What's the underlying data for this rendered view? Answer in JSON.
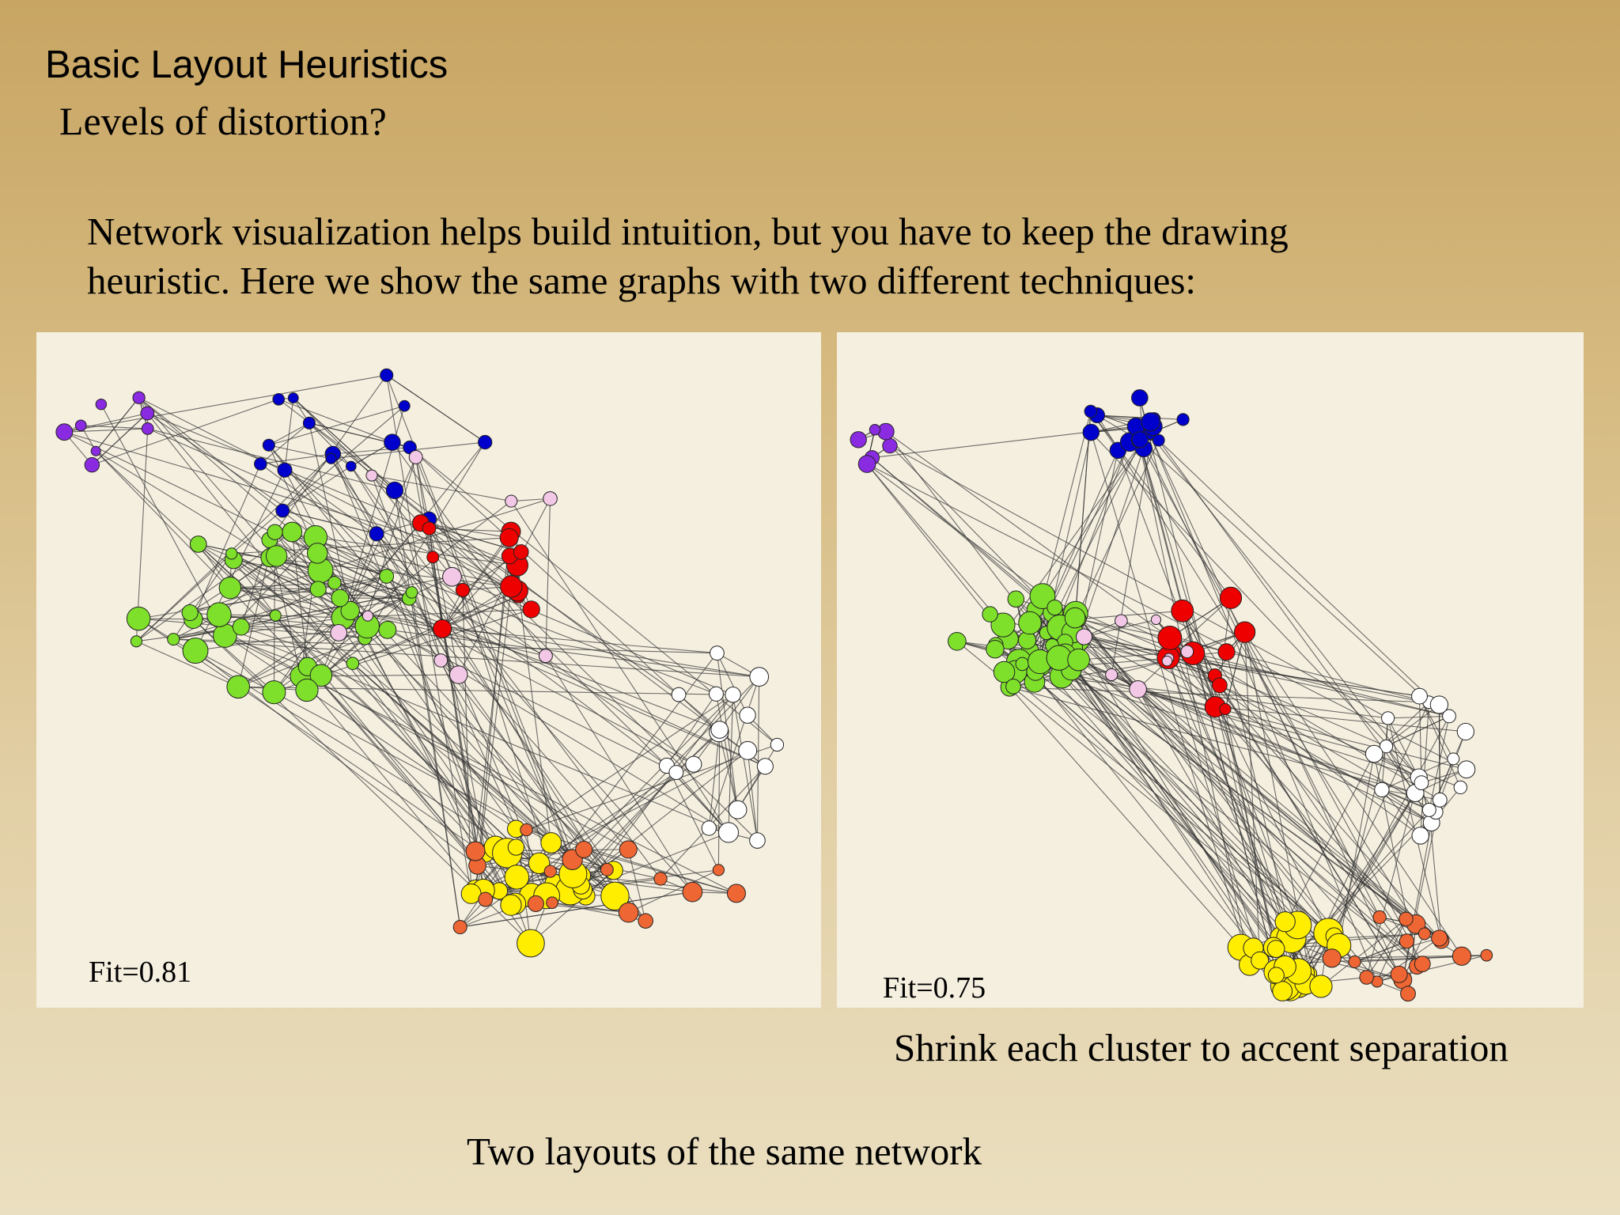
{
  "slide": {
    "title": "Basic Layout Heuristics",
    "subtitle": "Levels of distortion?",
    "intro_line1": "Network visualization helps build intuition, but you have to keep the drawing",
    "intro_line2": "heuristic.  Here we show the same graphs with two different techniques:",
    "right_caption": "Shrink each cluster to accent separation",
    "bottom_caption": "Two layouts of the same network"
  },
  "layouts": [
    {
      "fit_label": "Fit=0.81",
      "style": "spread",
      "seed": 7
    },
    {
      "fit_label": "Fit=0.75",
      "style": "shrunk",
      "seed": 13
    }
  ],
  "colors": {
    "blue": "#0000cc",
    "purple": "#8a2be2",
    "green": "#7ee02a",
    "red": "#ee0000",
    "pink": "#f2c8e6",
    "white": "#ffffff",
    "yellow": "#ffee00",
    "orange": "#ee6633",
    "edge": "#333333",
    "node_stroke": "#222222"
  }
}
